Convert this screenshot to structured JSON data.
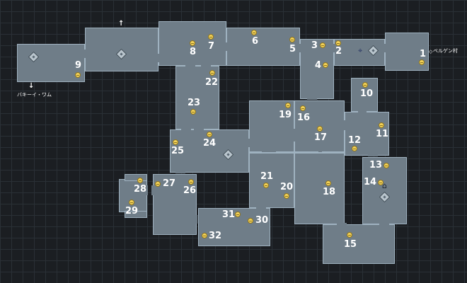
{
  "map": {
    "locations": {
      "left_exit": "バキーイ・ワム",
      "right_exit": "ベルゲン村"
    },
    "room_numbers": [
      "1",
      "2",
      "3",
      "4",
      "5",
      "6",
      "7",
      "8",
      "9",
      "10",
      "11",
      "12",
      "13",
      "14",
      "15",
      "16",
      "17",
      "18",
      "19",
      "20",
      "21",
      "22",
      "23",
      "24",
      "25",
      "26",
      "27",
      "28",
      "29",
      "30",
      "31",
      "32"
    ],
    "icons": [
      "treasure-chest-icon",
      "save-crystal-icon",
      "up-arrow-icon",
      "down-arrow-icon",
      "door-icon",
      "crosshair-icon"
    ]
  },
  "colors": {
    "background": "#1b1e22",
    "room_fill": "#6f7d88",
    "room_border": "#9fb2c0",
    "chest": "#f2d25a"
  }
}
